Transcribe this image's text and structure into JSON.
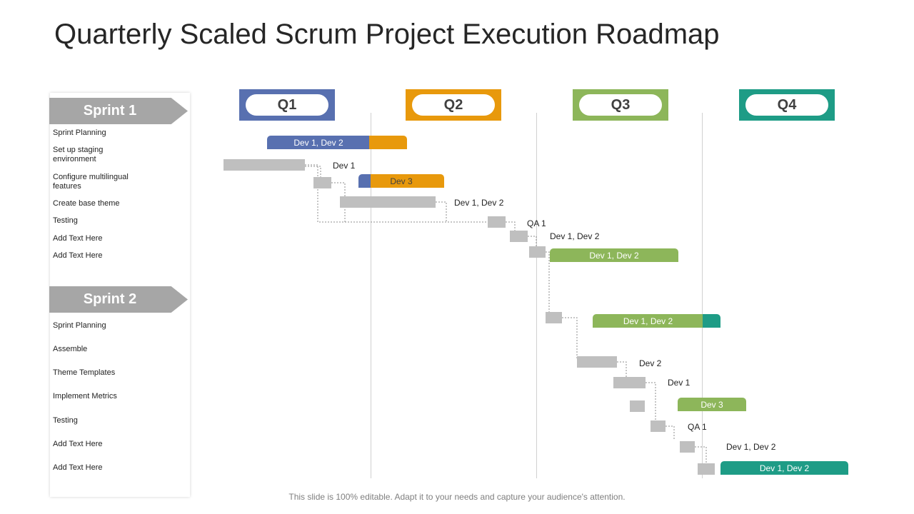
{
  "title": "Quarterly Scaled Scrum Project Execution Roadmap",
  "colors": {
    "q1": "#5870b0",
    "q2": "#e8990c",
    "q3": "#8db65a",
    "q4": "#1e9c86",
    "gray": "#bfbfbf"
  },
  "quarters": [
    "Q1",
    "Q2",
    "Q3",
    "Q4"
  ],
  "sprint1": {
    "label": "Sprint 1",
    "tasks": [
      "Sprint Planning",
      "Set up staging environment",
      "Configure multilingual features",
      "Create base theme",
      "Testing",
      "Add Text Here",
      "Add Text Here"
    ]
  },
  "sprint2": {
    "label": "Sprint 2",
    "tasks": [
      "Sprint Planning",
      "Assemble",
      "Theme Templates",
      "Implement  Metrics",
      "Testing",
      "Add Text Here",
      "Add Text Here"
    ]
  },
  "bars": [
    {
      "text": "Dev 1, Dev 2"
    },
    {
      "text": "Dev 3"
    },
    {
      "text": "Dev 1, Dev 2"
    },
    {
      "text": "Dev 1, Dev 2"
    },
    {
      "text": "Dev 3"
    },
    {
      "text": "Dev 1, Dev 2"
    }
  ],
  "labels": [
    "Dev 1",
    "Dev 1, Dev 2",
    "QA  1",
    "Dev 1, Dev 2",
    "Dev 2",
    "Dev 1",
    "QA  1",
    "Dev 1, Dev 2"
  ],
  "footer": "This slide is 100% editable. Adapt it to your needs and capture your audience's attention."
}
